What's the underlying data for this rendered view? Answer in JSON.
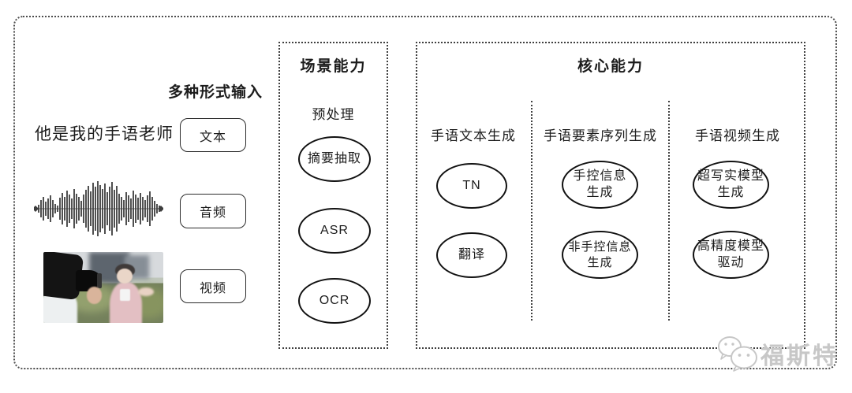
{
  "input": {
    "heading": "多种形式输入",
    "sample_text": "他是我的手语老师",
    "types": [
      {
        "label": "文本"
      },
      {
        "label": "音频"
      },
      {
        "label": "视频"
      }
    ],
    "media": {
      "waveform_icon": "audio-waveform-icon",
      "photo_icon": "camera-filming-reporter-photo"
    }
  },
  "scene": {
    "title": "场景能力",
    "stage_label": "预处理",
    "nodes": [
      {
        "label": "摘要抽取"
      },
      {
        "label": "ASR"
      },
      {
        "label": "OCR"
      }
    ]
  },
  "core": {
    "title": "核心能力",
    "columns": [
      {
        "label": "手语文本生成",
        "nodes": [
          {
            "label": "TN"
          },
          {
            "label": "翻译"
          }
        ]
      },
      {
        "label": "手语要素序列生成",
        "nodes": [
          {
            "label": "手控信息\n生成"
          },
          {
            "label": "非手控信息\n生成"
          }
        ]
      },
      {
        "label": "手语视频生成",
        "nodes": [
          {
            "label": "超写实模型\n生成"
          },
          {
            "label": "高精度模型\n驱动"
          }
        ]
      }
    ]
  },
  "watermark": {
    "text": "福斯特",
    "icon": "wechat-chat-bubbles-icon"
  },
  "colors": {
    "line": "#1c1c1c",
    "panel_border": "#3f3f3f",
    "watermark": "#c7c7c7"
  }
}
